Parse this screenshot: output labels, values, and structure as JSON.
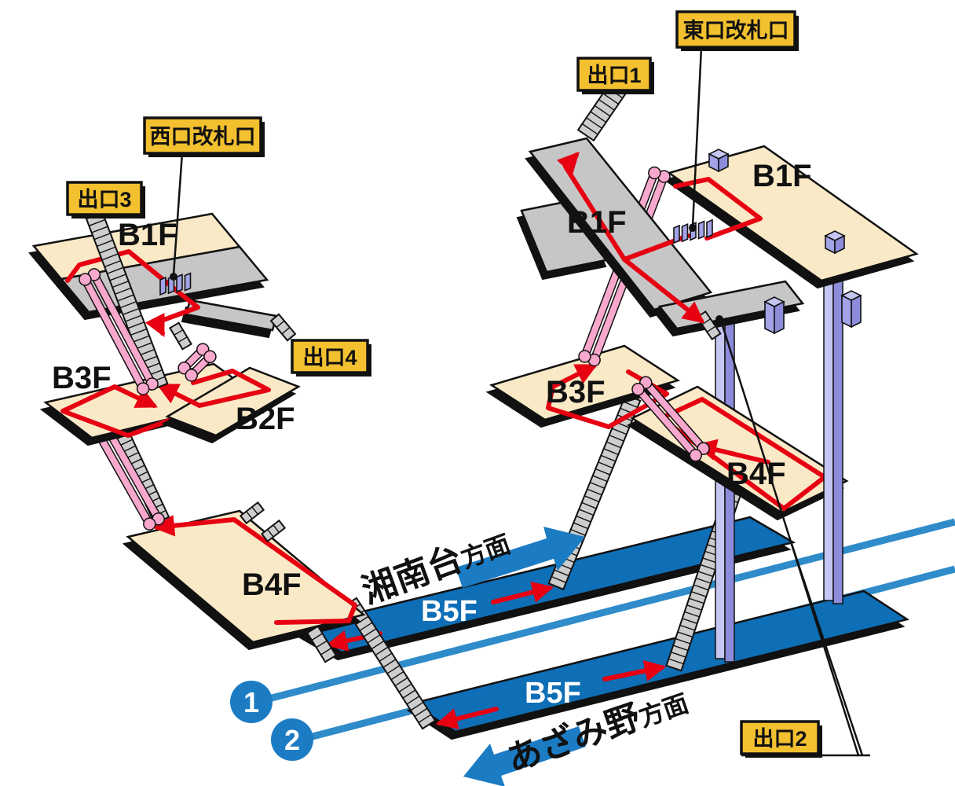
{
  "diagram_title": "station-floor-guide",
  "labels": {
    "west_gate": "西口改札口",
    "east_gate": "東口改札口",
    "exit1": "出口1",
    "exit2": "出口2",
    "exit3": "出口3",
    "exit4": "出口4"
  },
  "floors": {
    "b1f": "B1F",
    "b2f": "B2F",
    "b3f": "B3F",
    "b4f": "B4F",
    "b5f": "B5F"
  },
  "directions": {
    "shonandai": {
      "name": "湘南台",
      "suffix": "方面"
    },
    "azamino": {
      "name": "あざみ野",
      "suffix": "方面"
    }
  },
  "tracks": {
    "line1": "1",
    "line2": "2"
  },
  "colors": {
    "label_yellow": "#F3C02F",
    "cream": "#FAE9C6",
    "gray_floor": "#C6C6C6",
    "platform_blue": "#0E6EB6",
    "track_blue": "#2F8BC9",
    "arrow_blue": "#1B7CC4",
    "route_red": "#E60012",
    "escalator_pink": "#F8A8CD",
    "stair_gray": "#CDCDCD",
    "elevator_purple": "#A3A3E8",
    "elevator_purple_light": "#C6C6F2",
    "elevator_purple_dark": "#8C8CDB",
    "outline": "#111111"
  }
}
